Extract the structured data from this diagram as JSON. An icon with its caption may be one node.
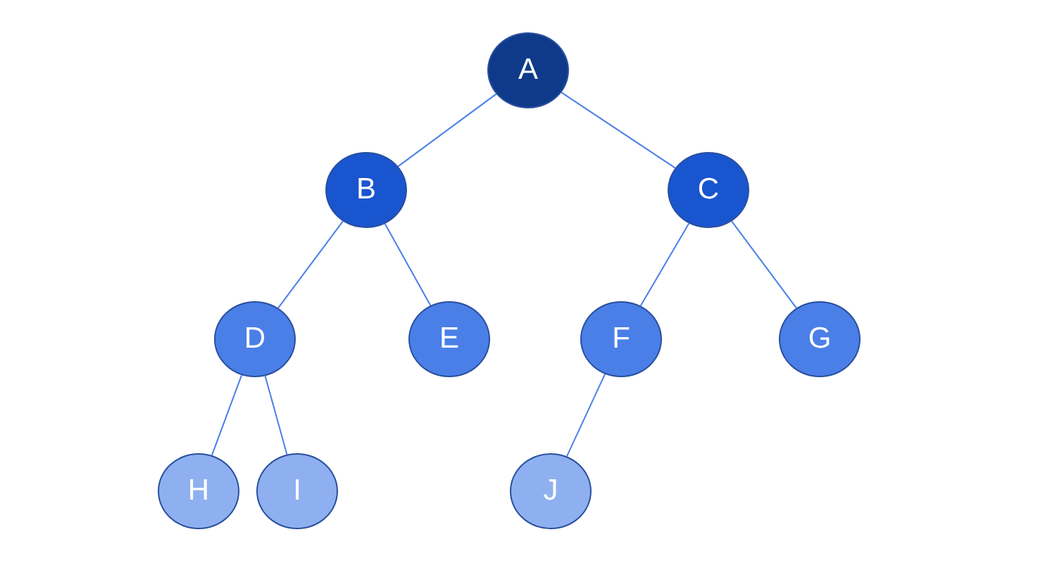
{
  "diagram": {
    "nodes": [
      {
        "text": [
          "A"
        ]
      },
      {
        "text": [
          "B"
        ]
      },
      {
        "text": [
          "C"
        ]
      },
      {
        "text": [
          "D"
        ]
      },
      {
        "text": [
          "E"
        ]
      },
      {
        "text": [
          "F"
        ]
      },
      {
        "text": [
          "G"
        ]
      },
      {
        "text": [
          "H"
        ]
      },
      {
        "text": [
          "I"
        ]
      },
      {
        "text": [
          "J"
        ]
      }
    ],
    "edges": [
      {
        "from": 0,
        "to": 1,
        "arrow": "none"
      },
      {
        "from": 0,
        "to": 2,
        "arrow": "none"
      },
      {
        "from": 1,
        "to": 3,
        "arrow": "none"
      },
      {
        "from": 1,
        "to": 4,
        "arrow": "none"
      },
      {
        "from": 2,
        "to": 5,
        "arrow": "none"
      },
      {
        "from": 2,
        "to": 6,
        "arrow": "none"
      },
      {
        "from": 3,
        "to": 7,
        "arrow": "none"
      },
      {
        "from": 3,
        "to": 8,
        "arrow": "none"
      },
      {
        "from": 5,
        "to": 9,
        "arrow": "none"
      }
    ]
  }
}
